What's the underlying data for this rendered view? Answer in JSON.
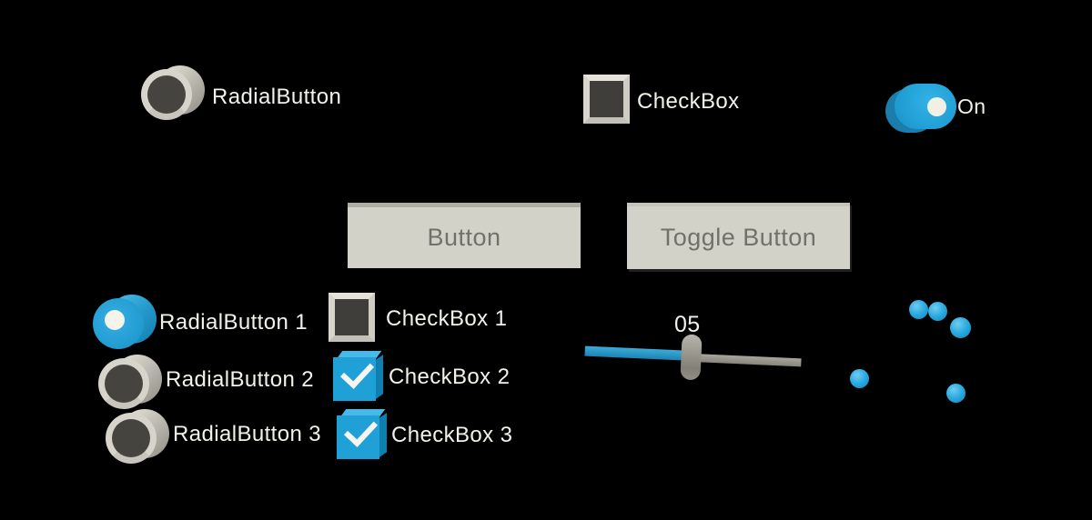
{
  "scene": {
    "background": "#000000",
    "accent_blue": "#29a9e0",
    "surface_gray": "#d3d2c8",
    "label_color": "#f2f1ea",
    "plate_text_color": "#71716a"
  },
  "top_row": {
    "radial_button": {
      "label": "RadialButton",
      "selected": false
    },
    "checkbox": {
      "label": "CheckBox",
      "checked": false
    },
    "toggle": {
      "label": "On",
      "state": "on"
    }
  },
  "buttons": {
    "button_label": "Button",
    "toggle_button_label": "Toggle Button"
  },
  "radial_group": {
    "items": [
      {
        "label": "RadialButton 1",
        "selected": true
      },
      {
        "label": "RadialButton 2",
        "selected": false
      },
      {
        "label": "RadialButton 3",
        "selected": false
      }
    ]
  },
  "checkbox_group": {
    "items": [
      {
        "label": "CheckBox 1",
        "checked": false
      },
      {
        "label": "CheckBox 2",
        "checked": true
      },
      {
        "label": "CheckBox 3",
        "checked": true
      }
    ]
  },
  "slider": {
    "value": "05",
    "filled_color": "#2f9fce",
    "track_color": "#9a988f",
    "thumb_icon": "capsule"
  },
  "spheres": {
    "count": 5,
    "color": "#29a9e0",
    "icon": "sphere"
  }
}
